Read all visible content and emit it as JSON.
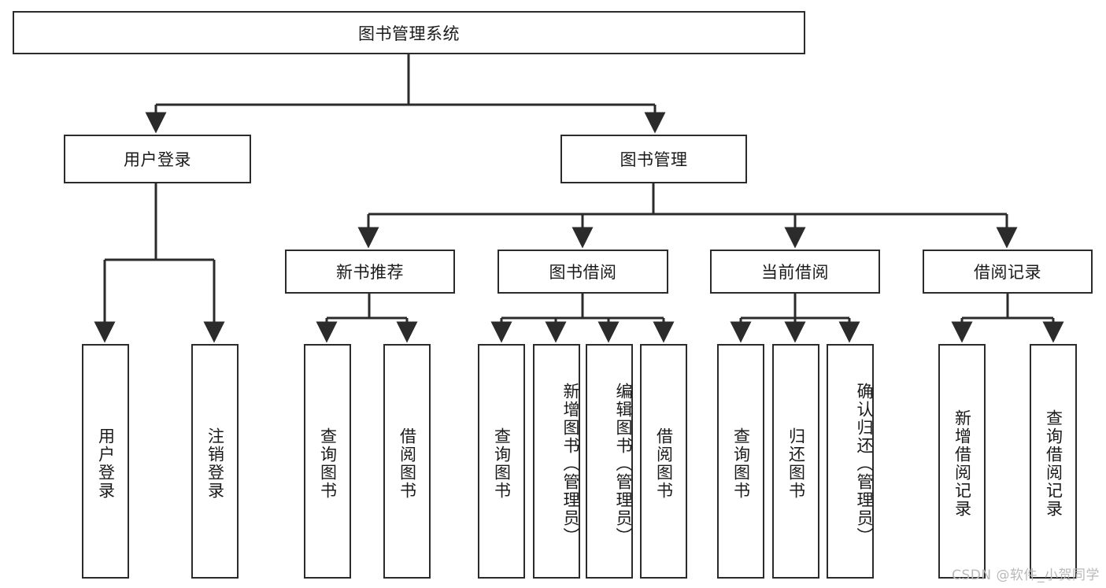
{
  "diagram": {
    "title": "图书管理系统",
    "type": "tree-hierarchy-chart",
    "root": {
      "id": "root",
      "label": "图书管理系统"
    },
    "level2": [
      {
        "id": "user-login",
        "label": "用户登录"
      },
      {
        "id": "book-management",
        "label": "图书管理"
      }
    ],
    "level3": [
      {
        "id": "new-book-recommend",
        "label": "新书推荐",
        "parent": "book-management"
      },
      {
        "id": "book-borrow",
        "label": "图书借阅",
        "parent": "book-management"
      },
      {
        "id": "current-borrow",
        "label": "当前借阅",
        "parent": "book-management"
      },
      {
        "id": "borrow-record",
        "label": "借阅记录",
        "parent": "book-management"
      }
    ],
    "leaves": [
      {
        "id": "leaf-user-login",
        "label": "用户登录",
        "parent": "user-login"
      },
      {
        "id": "leaf-logout-login",
        "label": "注销登录",
        "parent": "user-login"
      },
      {
        "id": "leaf-query-book-1",
        "label": "查询图书",
        "parent": "new-book-recommend"
      },
      {
        "id": "leaf-borrow-book-1",
        "label": "借阅图书",
        "parent": "new-book-recommend"
      },
      {
        "id": "leaf-query-book-2",
        "label": "查询图书",
        "parent": "book-borrow"
      },
      {
        "id": "leaf-add-book",
        "label": "新增图书（管理员）",
        "parent": "book-borrow"
      },
      {
        "id": "leaf-edit-book",
        "label": "编辑图书（管理员）",
        "parent": "book-borrow"
      },
      {
        "id": "leaf-borrow-book-2",
        "label": "借阅图书",
        "parent": "book-borrow"
      },
      {
        "id": "leaf-query-book-3",
        "label": "查询图书",
        "parent": "current-borrow"
      },
      {
        "id": "leaf-return-book",
        "label": "归还图书",
        "parent": "current-borrow"
      },
      {
        "id": "leaf-confirm-return",
        "label": "确认归还（管理员）",
        "parent": "current-borrow"
      },
      {
        "id": "leaf-add-record",
        "label": "新增借阅记录",
        "parent": "borrow-record"
      },
      {
        "id": "leaf-query-record",
        "label": "查询借阅记录",
        "parent": "borrow-record"
      }
    ],
    "colors": {
      "border": "#2b2b2b",
      "background": "#ffffff",
      "text": "#1a1a1a",
      "watermark": "#b9b9b9"
    }
  },
  "watermark": {
    "text": "CSDN @软件_小贺同学"
  }
}
